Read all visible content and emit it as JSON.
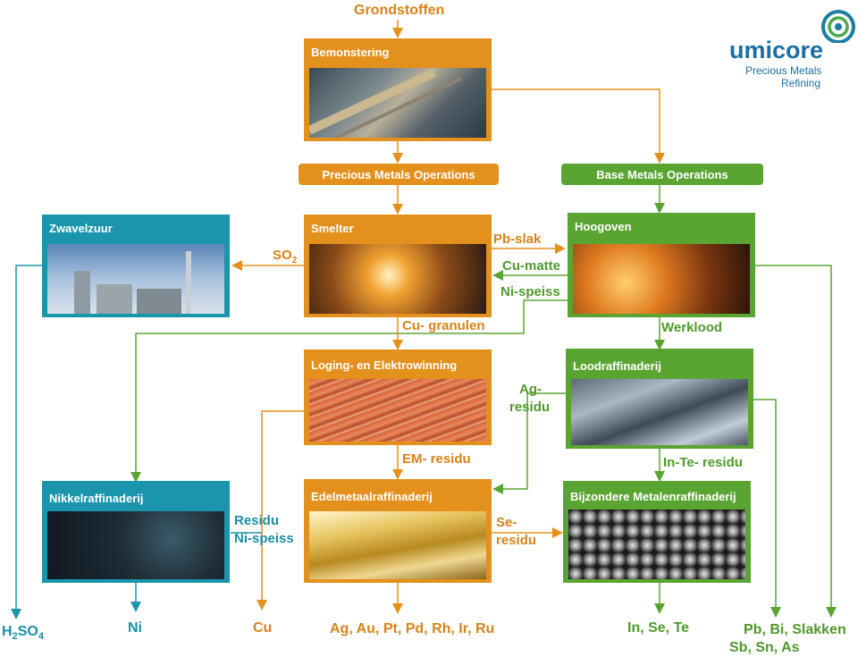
{
  "header": {
    "raw_materials": "Grondstoffen"
  },
  "logo": {
    "brand": "umicore",
    "line1": "Precious Metals",
    "line2": "Refining"
  },
  "boxes": {
    "sampling": "Bemonstering",
    "smelter": "Smelter",
    "blast_furnace": "Hoogoven",
    "sulfuric_acid": "Zwavelzuur",
    "leaching": "Loging- en Elektrowinning",
    "lead_refinery": "Loodraffinaderij",
    "nickel_refinery": "Nikkelraffinaderij",
    "precious_refinery": "Edelmetaalraffinaderij",
    "special_refinery": "Bijzondere Metalenraffinaderij"
  },
  "operations": {
    "precious": "Precious  Metals Operations",
    "base": "Base  Metals Operations"
  },
  "flow_labels": {
    "so2_main": "SO",
    "so2_sub": "2",
    "pb_slag": "Pb-slak",
    "cu_matte": "Cu-matte",
    "ni_speiss": "Ni-speiss",
    "cu_granules": "Cu- granulen",
    "work_lead": "Werklood",
    "ag_residue_1": "Ag-",
    "ag_residue_2": "residu",
    "em_residue": "EM- residu",
    "inte_residue": "In-Te- residu",
    "residue": "Residu",
    "ni_speiss_2": "Ni-speiss",
    "se_residue_1": "Se-",
    "se_residue_2": "residu"
  },
  "outputs": {
    "h2so4_main": "H",
    "h2so4_s1": "2",
    "h2so4_mid": "SO",
    "h2so4_s2": "4",
    "ni": "Ni",
    "cu": "Cu",
    "precious": "Ag, Au, Pt, Pd, Rh, Ir, Ru",
    "special": "In, Se, Te",
    "lead_line1": "Pb, Bi,  Slakken",
    "lead_line2": "Sb, Sn, As"
  },
  "colors": {
    "orange": "#e3901c",
    "green": "#5aa532",
    "teal": "#1b95ac"
  }
}
